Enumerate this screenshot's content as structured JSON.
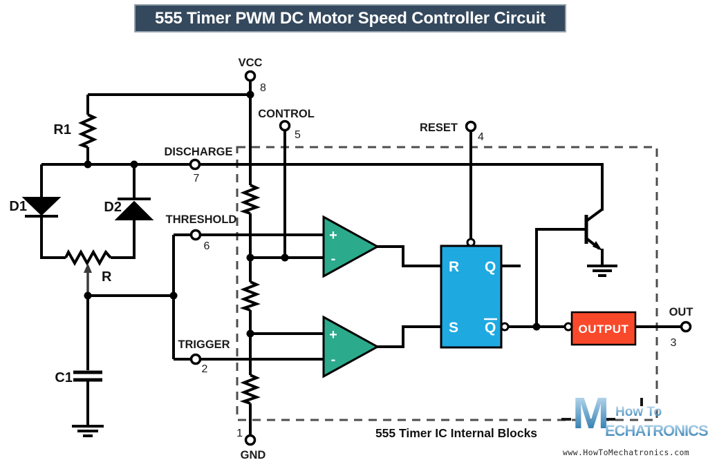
{
  "title": "555 Timer PWM DC Motor Speed Controller Circuit",
  "ic_box_label": "555 Timer IC Internal Blocks",
  "pins": {
    "vcc": {
      "name": "VCC",
      "number": "8"
    },
    "control": {
      "name": "CONTROL",
      "number": "5"
    },
    "reset": {
      "name": "RESET",
      "number": "4"
    },
    "discharge": {
      "name": "DISCHARGE",
      "number": "7"
    },
    "threshold": {
      "name": "THRESHOLD",
      "number": "6"
    },
    "trigger": {
      "name": "TRIGGER",
      "number": "2"
    },
    "gnd": {
      "name": "GND",
      "number": "1"
    },
    "out": {
      "name": "OUT",
      "number": "3"
    }
  },
  "components": {
    "r1": "R1",
    "d1": "D1",
    "d2": "D2",
    "pot": "R",
    "c1": "C1"
  },
  "comparators": {
    "plus": "+",
    "minus": "-"
  },
  "flipflop": {
    "r": "R",
    "q": "Q",
    "s": "S",
    "qbar": "Q"
  },
  "output_block_label": "OUTPUT",
  "logo": {
    "m": "M",
    "tagline": "How To",
    "brand": "ECHATRONICS",
    "url": "www.HowToMechatronics.com"
  },
  "colors": {
    "title_bg": "#35495E",
    "comparator_fill": "#2BAA8C",
    "flipflop_fill": "#1FA9E1",
    "output_fill": "#F9492B",
    "wire": "#000000"
  }
}
